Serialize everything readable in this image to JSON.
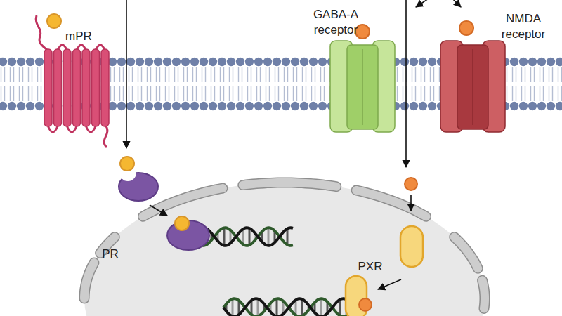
{
  "diagram": {
    "nodes": [
      {
        "text": [
          "mPR"
        ]
      },
      {
        "text": [
          "GABA-A receptor"
        ]
      },
      {
        "text": [
          "NMDA receptor"
        ]
      },
      {
        "text": [
          "PR"
        ]
      },
      {
        "text": [
          "PXR"
        ]
      }
    ]
  }
}
